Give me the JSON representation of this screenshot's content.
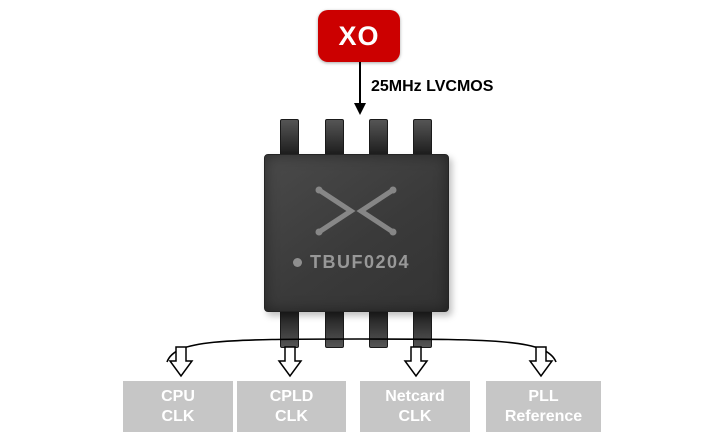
{
  "source": {
    "label": "XO"
  },
  "signal": {
    "label": "25MHz LVCMOS"
  },
  "chip": {
    "marking": "TBUF0204"
  },
  "outputs": [
    {
      "line1": "CPU",
      "line2": "CLK"
    },
    {
      "line1": "CPLD",
      "line2": "CLK"
    },
    {
      "line1": "Netcard",
      "line2": "CLK"
    },
    {
      "line1": "PLL",
      "line2": "Reference"
    }
  ],
  "colors": {
    "source_background": "#cc0000",
    "source_text": "#ffffff",
    "chip_body": "#3d3d3d",
    "chip_marking_text": "#989898",
    "output_box_background": "#c6c6c6",
    "output_text": "#ffffff",
    "line_color": "#000000"
  }
}
